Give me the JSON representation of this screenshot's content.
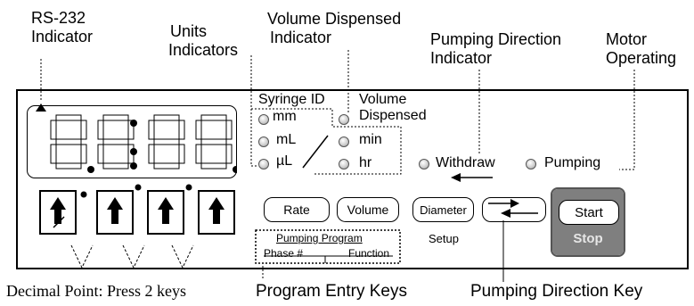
{
  "callouts": {
    "rs232": [
      "RS-232",
      "Indicator"
    ],
    "units": [
      "Units",
      "Indicators"
    ],
    "volume_dispensed": [
      "Volume Dispensed",
      "Indicator"
    ],
    "pumping_direction": [
      "Pumping Direction",
      "Indicator"
    ],
    "motor": [
      "Motor",
      "Operating"
    ],
    "decimal_point": "Decimal Point: Press 2 keys",
    "program_entry_keys": "Program Entry Keys",
    "pumping_direction_key": "Pumping Direction Key"
  },
  "display": {
    "digits": [
      "8",
      "8",
      "8",
      "8"
    ],
    "colon": ":"
  },
  "indicators": {
    "syringe_id": "Syringe ID",
    "volume": [
      "Volume",
      "Dispensed"
    ],
    "mm": "mm",
    "ml": "mL",
    "ul": "µL",
    "min": "min",
    "hr": "hr",
    "withdraw": "Withdraw",
    "pumping": "Pumping"
  },
  "buttons": {
    "rate": "Rate",
    "volume": "Volume",
    "diameter": "Diameter",
    "setup": "Setup",
    "start": "Start",
    "stop": "Stop"
  },
  "program": {
    "title": "Pumping Program",
    "phase": "Phase #",
    "function": "Function"
  },
  "colors": {
    "start_stop_body": "#7f7f7f",
    "stop_text": "#e6e6e6",
    "led": "#bdbdbd"
  }
}
